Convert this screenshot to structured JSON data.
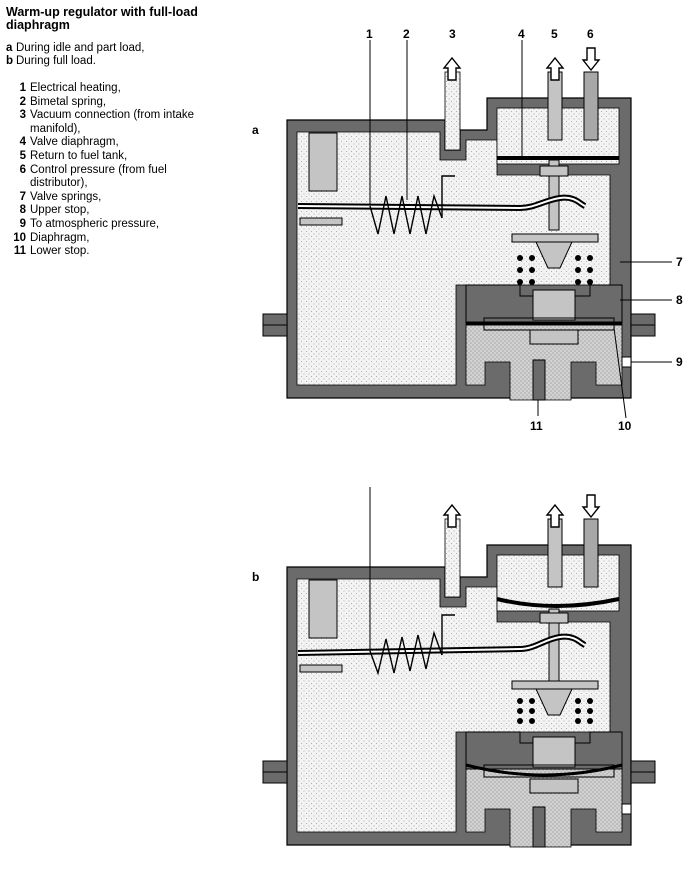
{
  "caption": {
    "title": "Warm-up regulator with full-load diaphragm",
    "modes": [
      {
        "key": "a",
        "text": "During idle and part load,"
      },
      {
        "key": "b",
        "text": "During full load."
      }
    ],
    "parts": [
      {
        "num": "1",
        "text": "Electrical heating,"
      },
      {
        "num": "2",
        "text": "Bimetal spring,"
      },
      {
        "num": "3",
        "text": "Vacuum connection (from intake manifold),"
      },
      {
        "num": "4",
        "text": "Valve diaphragm,"
      },
      {
        "num": "5",
        "text": "Return to fuel tank,"
      },
      {
        "num": "6",
        "text": "Control pressure (from fuel distributor),"
      },
      {
        "num": "7",
        "text": "Valve springs,"
      },
      {
        "num": "8",
        "text": "Upper stop,"
      },
      {
        "num": "9",
        "text": "To atmospheric pressure,"
      },
      {
        "num": "10",
        "text": "Diaphragm,"
      },
      {
        "num": "11",
        "text": "Lower stop."
      }
    ]
  },
  "diagram_a": {
    "label": "a",
    "callouts": [
      "1",
      "2",
      "3",
      "4",
      "5",
      "6",
      "7",
      "8",
      "9",
      "10",
      "11"
    ]
  },
  "diagram_b": {
    "label": "b"
  },
  "colors": {
    "housing": "#6b6b6b",
    "chamber": "#f1f1f1",
    "light_gray": "#c4c4c4",
    "ink": "#000000"
  }
}
